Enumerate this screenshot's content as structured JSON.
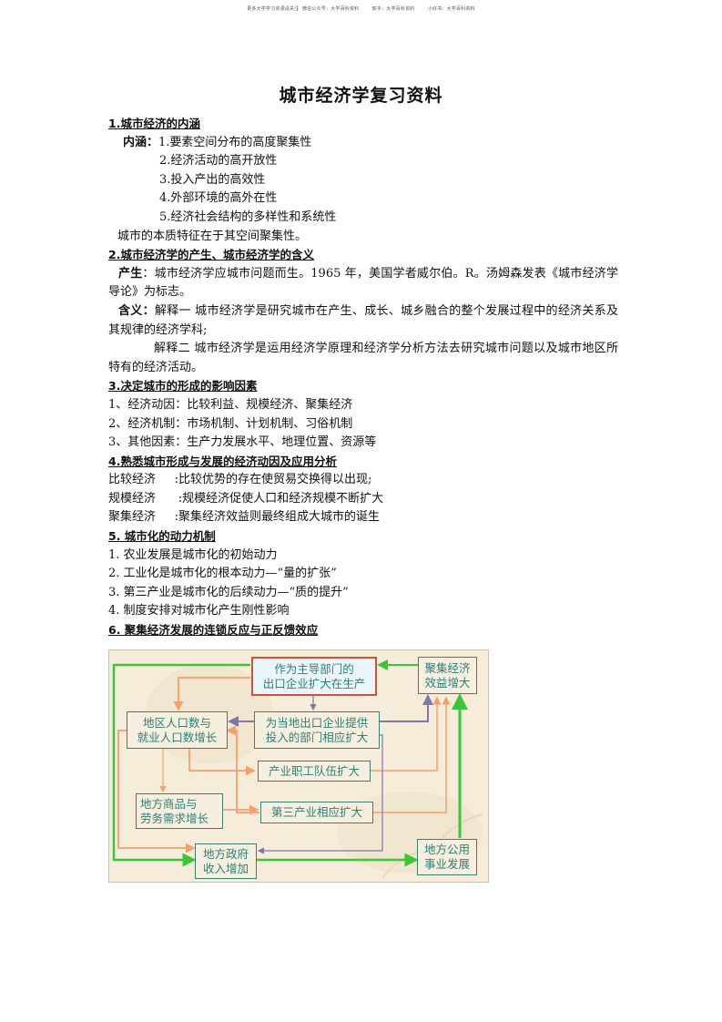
{
  "header": {
    "text": "更多大学学习资源请关注  微信公众号：大学百科资料        知乎：大学百科资料        小红书：大学百科资料"
  },
  "document": {
    "title": "城市经济学复习资料",
    "sections": [
      {
        "heading": "1.城市经济的内涵",
        "label": "内涵：",
        "items": [
          "1.要素空间分布的高度聚集性",
          "2.经济活动的高开放性",
          "3.投入产出的高效性",
          "4.外部环境的高外在性",
          "5.经济社会结构的多样性和系统性"
        ],
        "summary": "城市的本质特征在于其空间聚集性。"
      },
      {
        "heading": "2.城市经济学的产生、城市经济学的含义",
        "origin_label": "产生",
        "origin_text": "：城市经济学应城市问题而生。1965 年，美国学者威尔伯。R。汤姆森发表《城市经济学导论》为标志。",
        "meaning_label": "含义：",
        "meaning_1": "解释一  城市经济学是研究城市在产生、成长、城乡融合的整个发展过程中的经济关系及其规律的经济学科;",
        "meaning_2": "解释二  城市经济学是运用经济学原理和经济学分析方法去研究城市问题以及城市地区所特有的经济活动。"
      },
      {
        "heading": "3.决定城市的形成的影响因素",
        "items": [
          "1、经济动因：比较利益、规模经济、聚集经济",
          "2、经济机制：市场机制、计划机制、习俗机制",
          "3、其他因素：生产力发展水平、地理位置、资源等"
        ]
      },
      {
        "heading": "4.熟悉城市形成与发展的经济动因及应用分析",
        "items": [
          "比较经济     :比较优势的存在使贸易交换得以出现;",
          "规模经济      :规模经济促使人口和经济规模不断扩大",
          "聚集经济     :聚集经济效益则最终组成大城市的诞生"
        ]
      },
      {
        "heading": "5. 城市化的动力机制",
        "items": [
          "1. 农业发展是城市化的初始动力",
          "2. 工业化是城市化的根本动力—“量的扩张”",
          "3. 第三产业是城市化的后续动力—“质的提升”",
          "4. 制度安排对城市化产生刚性影响"
        ]
      },
      {
        "heading": "6. 聚集经济发展的连锁反应与正反馈效应"
      }
    ]
  },
  "diagram": {
    "colors": {
      "background": "#f6ecda",
      "box_border": "#3d7f73",
      "box_text": "#2e7f77",
      "lead_border": "#d0523a",
      "lead_fill": "#eaf6fb",
      "orange_arrow": "#f2a06e",
      "green_arrow": "#3cc43c",
      "purple_arrow": "#7d78a8"
    },
    "nodes": {
      "lead_export": {
        "line1": "作为主导部门的",
        "line2": "出口企业扩大在生产"
      },
      "agglomeration": {
        "line1": "聚集经济",
        "line2": "效益增大"
      },
      "population": {
        "line1": "地区人口数与",
        "line2": "就业人口数增长"
      },
      "supply_sectors": {
        "line1": "为当地出口企业提供",
        "line2": "投入的部门相应扩大"
      },
      "workforce": {
        "line1": "产业职工队伍扩大"
      },
      "local_demand": {
        "line1": "地方商品与",
        "line2": "劳务需求增长"
      },
      "tertiary": {
        "line1": "第三产业相应扩大"
      },
      "gov_revenue": {
        "line1": "地方政府",
        "line2": "收入增加"
      },
      "public_utilities": {
        "line1": "地方公用",
        "line2": "事业发展"
      }
    }
  }
}
